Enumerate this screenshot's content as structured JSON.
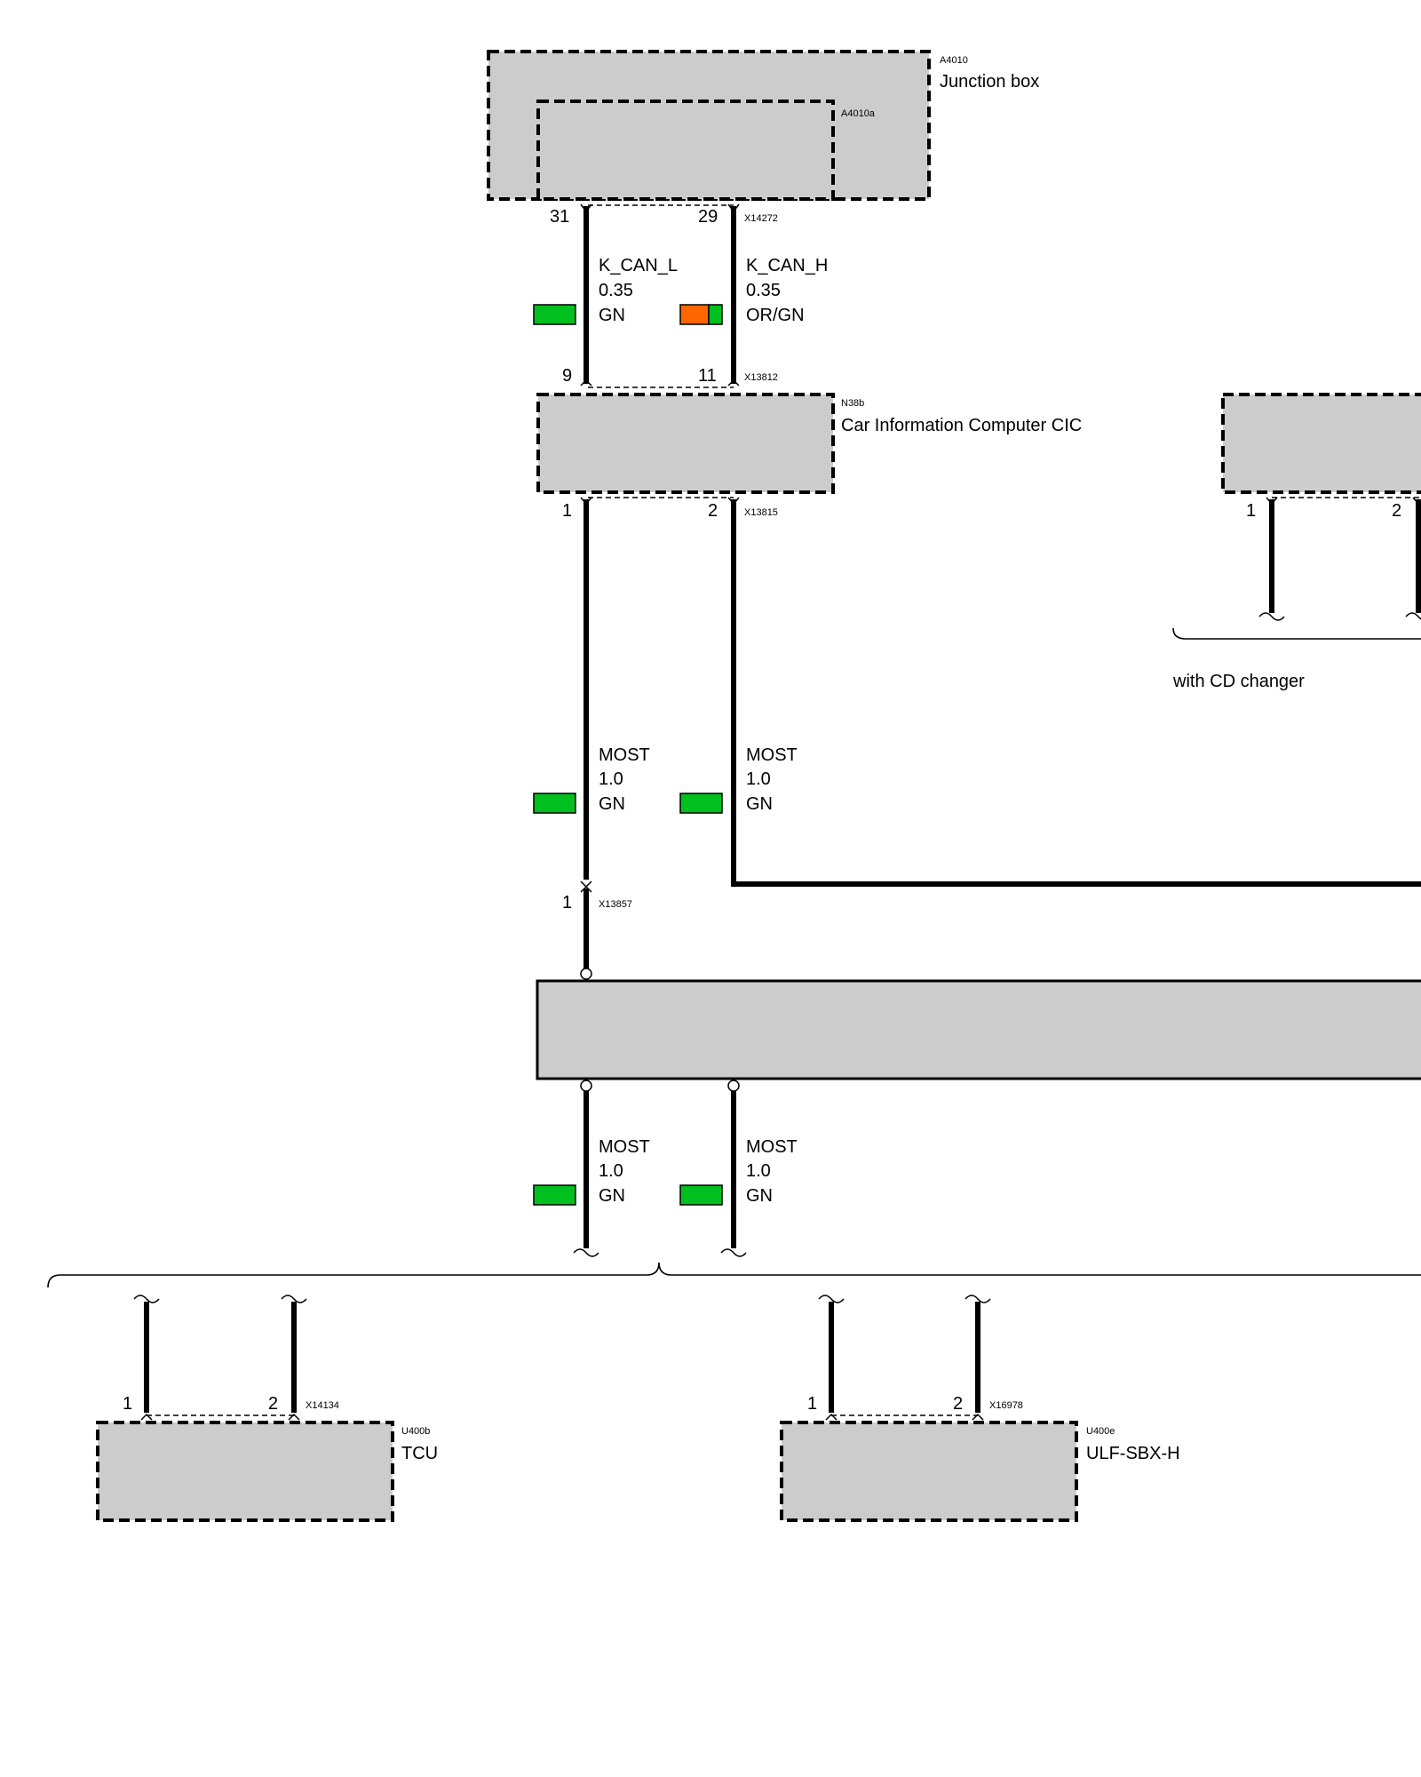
{
  "colors": {
    "component_fill": "#cccccc",
    "wire_green": "#00c020",
    "wire_orange": "#ff6600",
    "wire": "#000000"
  },
  "junction_box": {
    "id": "A4010",
    "name": "Junction box",
    "inner_id": "A4010a",
    "connector": "X14272",
    "pin_left": "31",
    "pin_right": "29"
  },
  "k_can_wires": {
    "left": {
      "signal": "K_CAN_L",
      "gauge": "0.35",
      "color": "GN"
    },
    "right": {
      "signal": "K_CAN_H",
      "gauge": "0.35",
      "color": "OR/GN"
    }
  },
  "cic": {
    "id": "N38b",
    "name": "Car Information Computer CIC",
    "top_connector": "X13812",
    "top_pin_left": "9",
    "top_pin_right": "11",
    "bottom_connector": "X13815",
    "bottom_pin_left": "1",
    "bottom_pin_right": "2"
  },
  "cd_changer": {
    "pin_left": "1",
    "pin_right": "2",
    "note": "with CD changer"
  },
  "most_upper": {
    "left": {
      "signal": "MOST",
      "gauge": "1.0",
      "color": "GN"
    },
    "right": {
      "signal": "MOST",
      "gauge": "1.0",
      "color": "GN"
    },
    "connector": "X13857",
    "pin": "1"
  },
  "most_lower": {
    "left": {
      "signal": "MOST",
      "gauge": "1.0",
      "color": "GN"
    },
    "right": {
      "signal": "MOST",
      "gauge": "1.0",
      "color": "GN"
    }
  },
  "tcu": {
    "id": "U400b",
    "name": "TCU",
    "connector": "X14134",
    "pin_left": "1",
    "pin_right": "2"
  },
  "ulf": {
    "id": "U400e",
    "name": "ULF-SBX-H",
    "connector": "X16978",
    "pin_left": "1",
    "pin_right": "2"
  }
}
